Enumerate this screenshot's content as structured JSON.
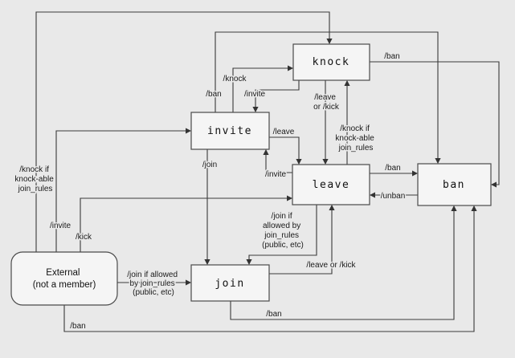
{
  "colors": {
    "background": "#e9e9e9",
    "node_fill": "#f5f5f5",
    "node_border": "#4a4a4a",
    "edge": "#3a3a3a"
  },
  "nodes": {
    "knock": "knock",
    "invite": "invite",
    "leave": "leave",
    "ban": "ban",
    "join": "join",
    "external": {
      "lines": [
        "External",
        "(not a member)"
      ]
    }
  },
  "edges": {
    "external_to_knock": {
      "lines": [
        "/knock if",
        "knock-able",
        "join_rules"
      ]
    },
    "external_to_invite": {
      "label": "/invite"
    },
    "external_to_leave": {
      "label": "/kick"
    },
    "external_to_join": {
      "lines": [
        "/join if allowed",
        "by join_rules",
        "(public, etc)"
      ]
    },
    "external_to_ban": {
      "label": "/ban"
    },
    "invite_to_knock": {
      "label": "/knock"
    },
    "invite_to_ban": {
      "label": "/ban"
    },
    "invite_to_leave": {
      "label": "/leave"
    },
    "invite_to_join": {
      "label": "/join"
    },
    "knock_to_invite": {
      "label": "/invite"
    },
    "knock_to_leave": {
      "lines": [
        "/leave",
        "or /kick"
      ]
    },
    "knock_to_ban": {
      "label": "/ban"
    },
    "leave_to_knock": {
      "lines": [
        "/knock if",
        "knock-able",
        "join_rules"
      ]
    },
    "leave_to_invite": {
      "label": "/invite"
    },
    "leave_to_join": {
      "lines": [
        "/join if",
        "allowed by",
        "join_rules",
        "(public, etc)"
      ]
    },
    "leave_to_ban": {
      "label": "/ban"
    },
    "join_to_leave": {
      "label": "/leave or /kick"
    },
    "join_to_ban": {
      "label": "/ban"
    },
    "ban_to_leave": {
      "label": "/unban"
    }
  }
}
